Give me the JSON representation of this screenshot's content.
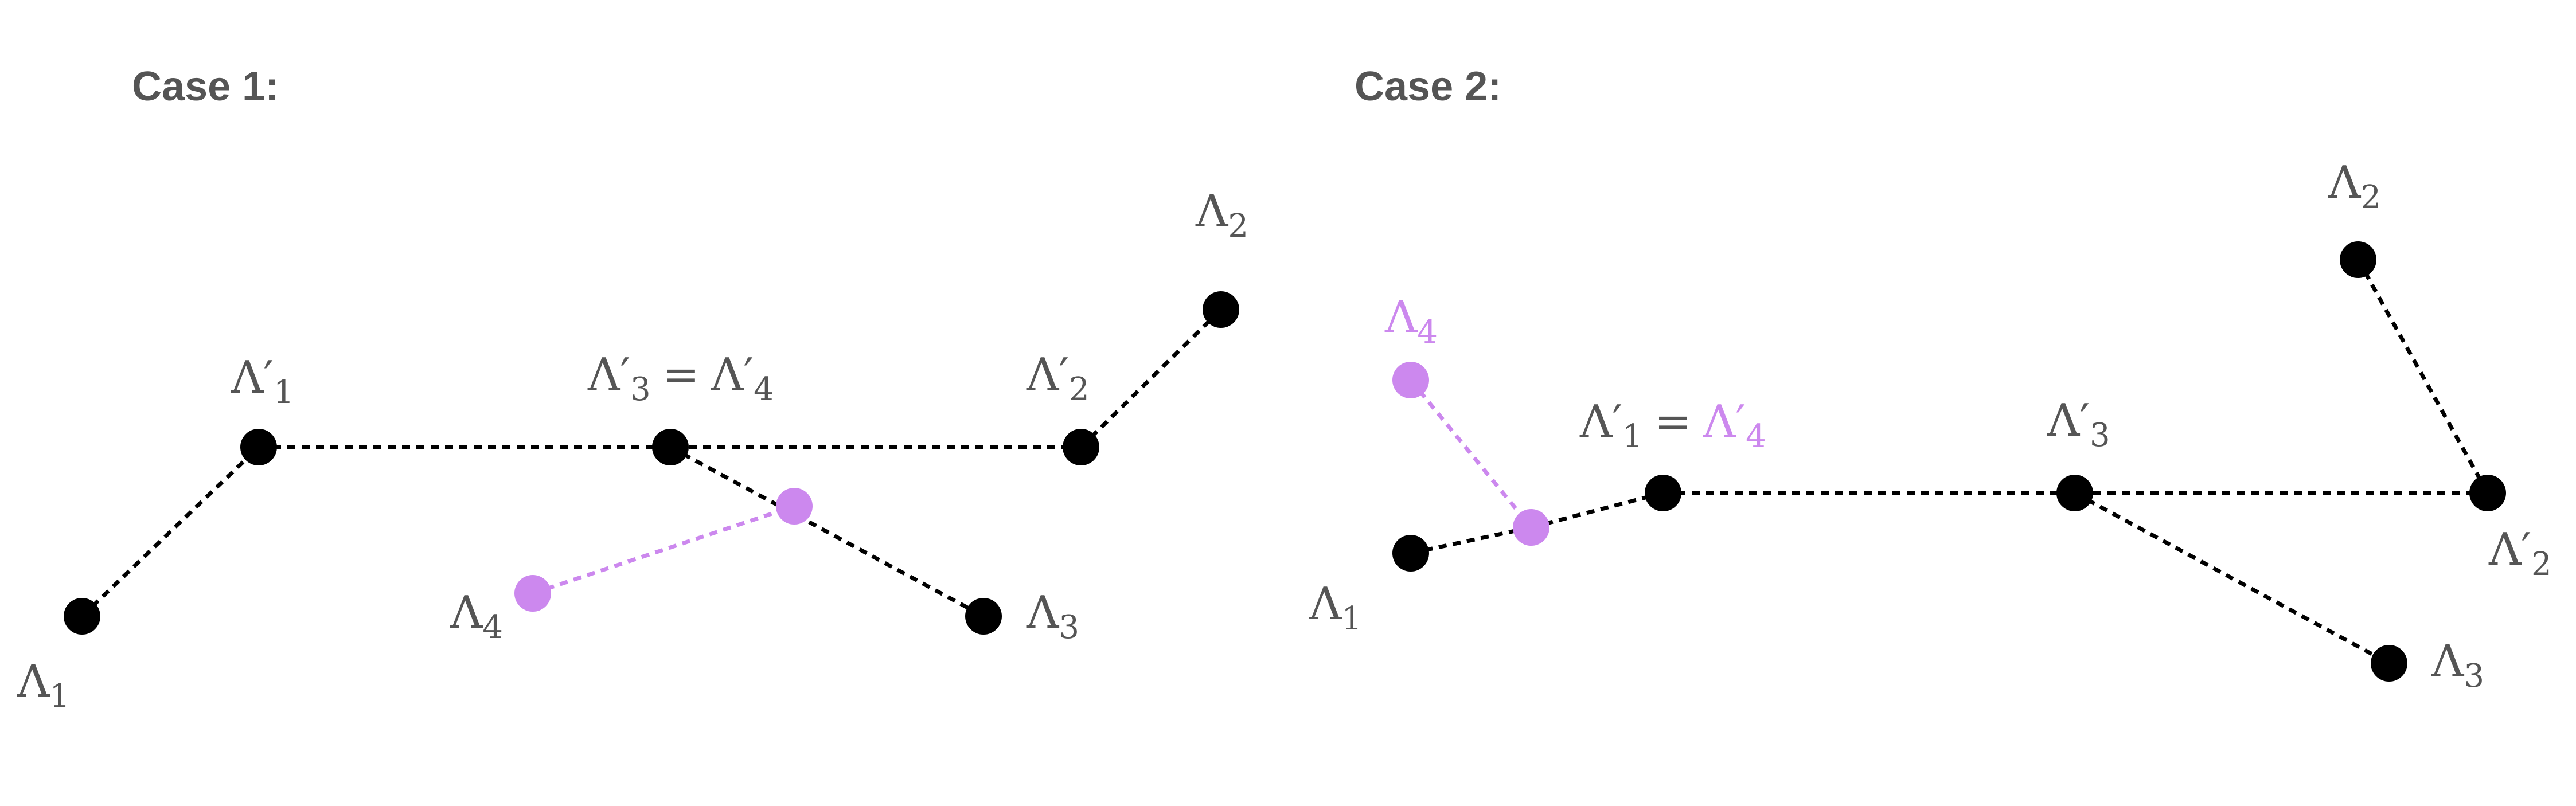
{
  "colors": {
    "black": "#000000",
    "purple": "#cc88ee",
    "text": "#555555"
  },
  "cases": [
    {
      "title": "Case 1:",
      "labels": {
        "l1": {
          "base": "Λ",
          "sub": "1"
        },
        "l1p": {
          "base": "Λ′",
          "sub": "1"
        },
        "l2": {
          "base": "Λ",
          "sub": "2"
        },
        "l2p": {
          "base": "Λ′",
          "sub": "2"
        },
        "l3": {
          "base": "Λ",
          "sub": "3"
        },
        "l3p": {
          "base": "Λ′",
          "sub": "3"
        },
        "eq": "=",
        "l4p": {
          "base": "Λ′",
          "sub": "4"
        },
        "l4": {
          "base": "Λ",
          "sub": "4"
        }
      }
    },
    {
      "title": "Case 2:",
      "labels": {
        "l1": {
          "base": "Λ",
          "sub": "1"
        },
        "l1p": {
          "base": "Λ′",
          "sub": "1"
        },
        "eq": "=",
        "l4p": {
          "base": "Λ′",
          "sub": "4"
        },
        "l4": {
          "base": "Λ",
          "sub": "4"
        },
        "l3p": {
          "base": "Λ′",
          "sub": "3"
        },
        "l2": {
          "base": "Λ",
          "sub": "2"
        },
        "l2p": {
          "base": "Λ′",
          "sub": "2"
        },
        "l3": {
          "base": "Λ",
          "sub": "3"
        }
      }
    }
  ]
}
